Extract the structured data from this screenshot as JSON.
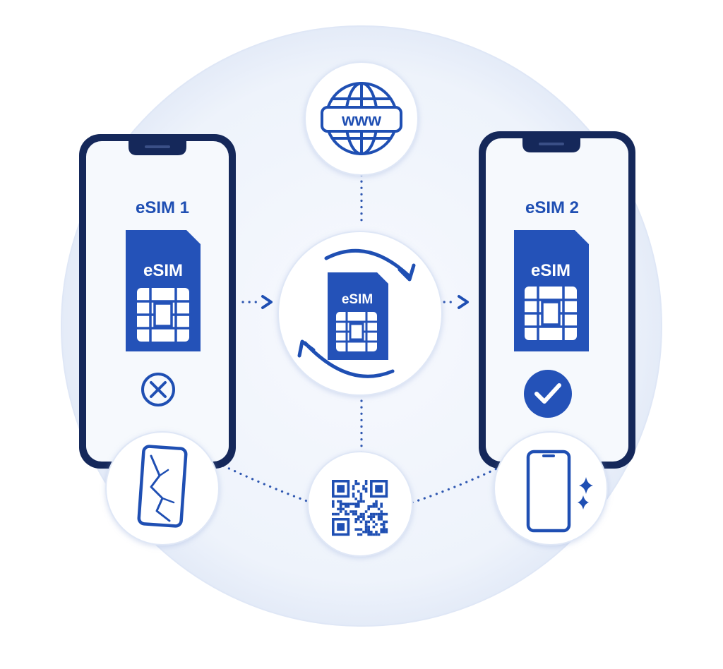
{
  "colors": {
    "primary": "#1f4fb3",
    "dark_frame": "#15285a",
    "sim_blue": "#2452b8",
    "light_circle": "#edf2fb",
    "screen": "#f6f9fd",
    "white": "#ffffff"
  },
  "phones": [
    {
      "label": "eSIM 1",
      "sim_label": "eSIM",
      "status_icon": "x-circle-icon",
      "device_icon": "cracked-phone-icon"
    },
    {
      "label": "eSIM 2",
      "sim_label": "eSIM",
      "status_icon": "check-circle-icon",
      "device_icon": "new-phone-sparkle-icon"
    }
  ],
  "center": {
    "sim_label": "eSIM",
    "icon": "transfer-arrows-icon"
  },
  "top_node": {
    "label": "www",
    "icon": "globe-www-icon"
  },
  "bottom_node": {
    "icon": "qr-code-icon"
  }
}
